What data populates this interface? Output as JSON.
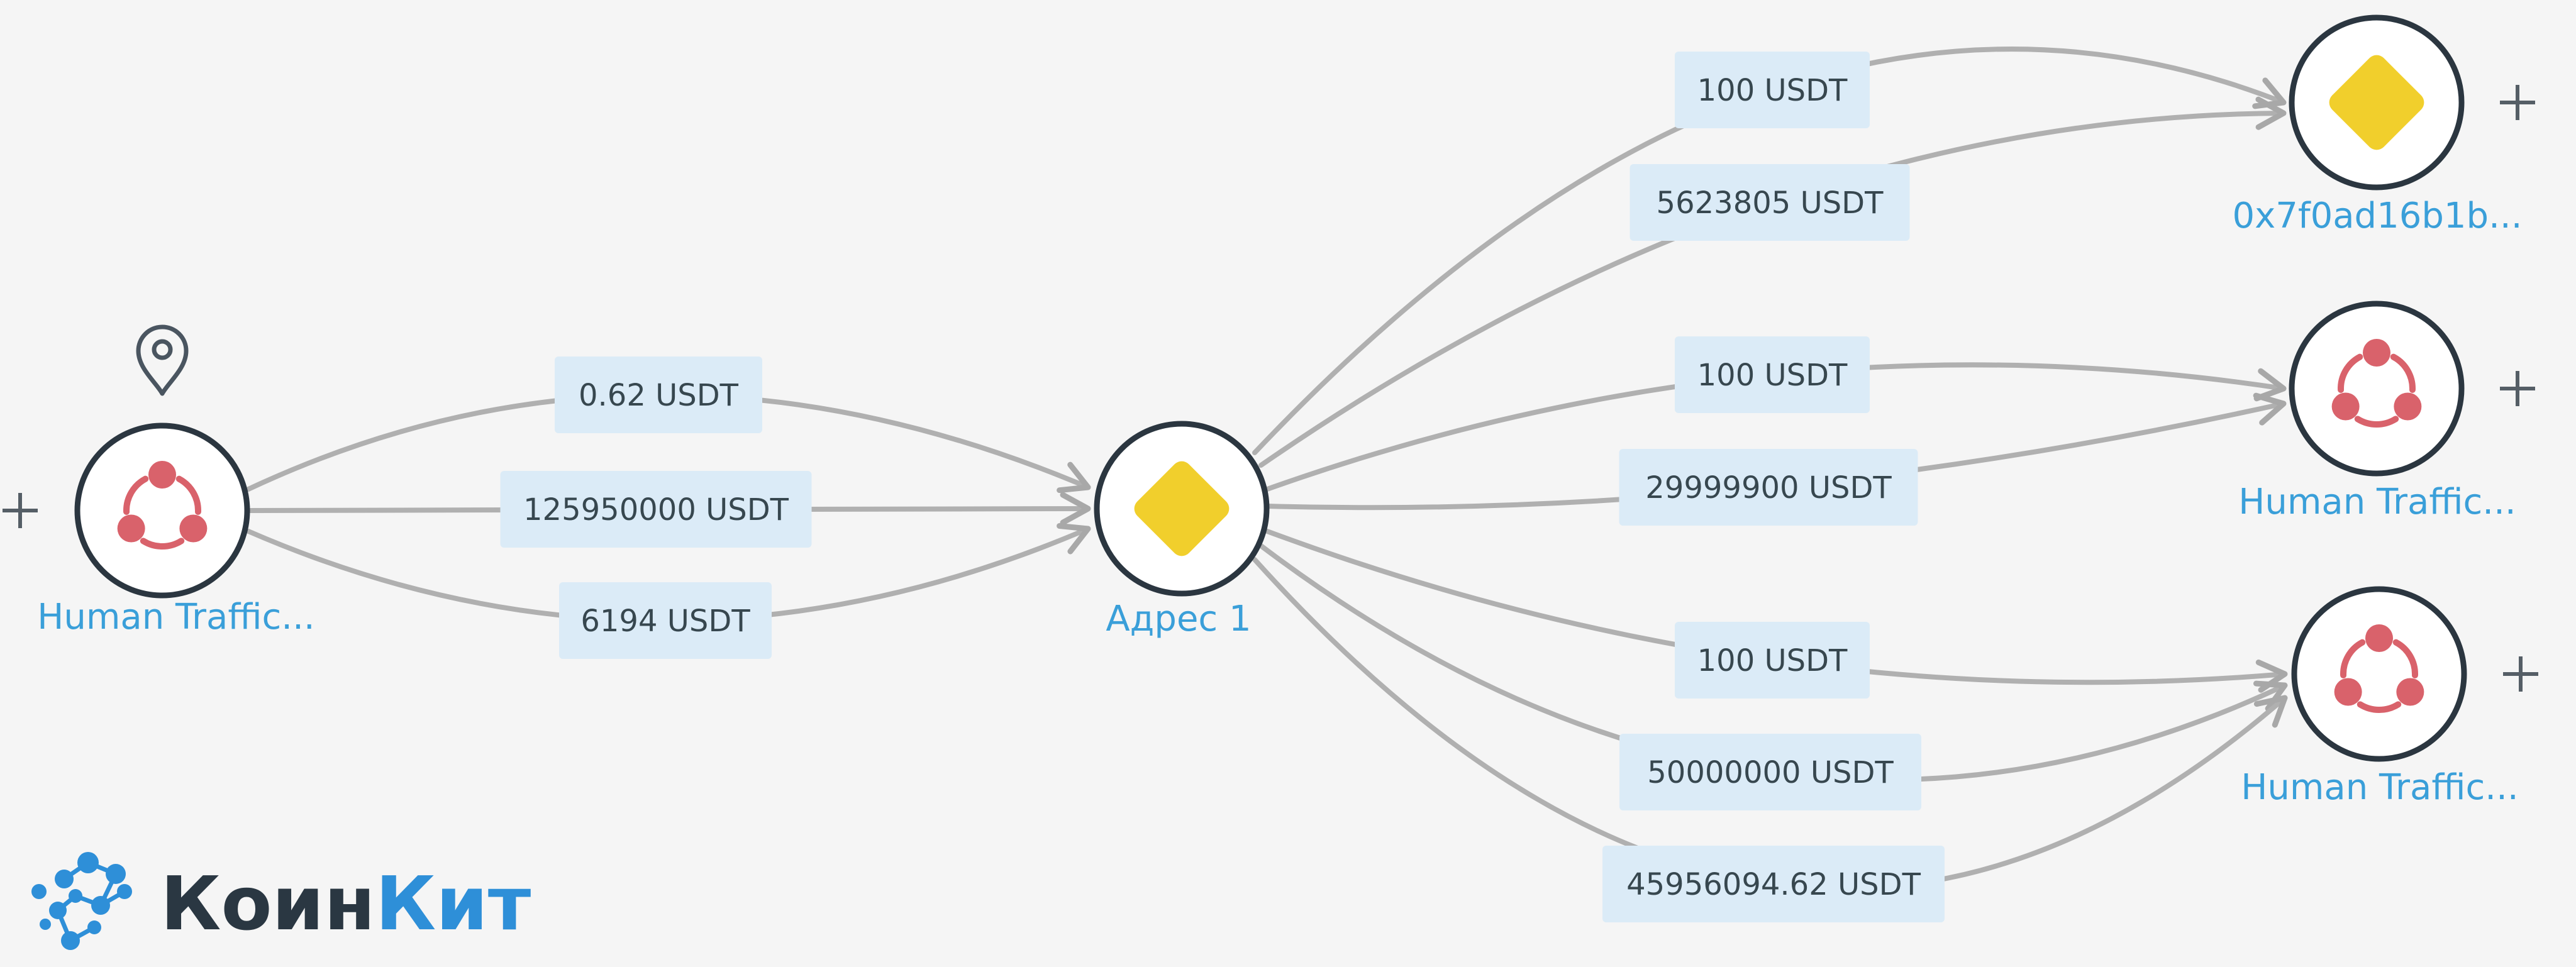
{
  "colors": {
    "accent": "#2e8fd8",
    "node_label": "#3a9fd9",
    "edge_label_bg": "#dbebf7",
    "edge_label_text": "#37474f",
    "node_border": "#2b3640",
    "edge": "#b0b0b0",
    "human_trafficking_icon": "#d9626b",
    "wallet_icon": "#f1cf2c",
    "logo_dark": "#2a3742"
  },
  "nodes": [
    {
      "id": "n0",
      "label": "Human Traffic...",
      "icon": "human-trafficking-icon",
      "has_location_pin": true,
      "expand_icon": "plus-icon"
    },
    {
      "id": "n1",
      "label": "Адрес 1",
      "icon": "wallet-diamond-icon"
    },
    {
      "id": "n2",
      "label": "0x7f0ad16b1b...",
      "icon": "wallet-diamond-icon",
      "expand_icon": "plus-icon"
    },
    {
      "id": "n3",
      "label": "Human Traffic...",
      "icon": "human-trafficking-icon",
      "expand_icon": "plus-icon"
    },
    {
      "id": "n4",
      "label": "Human Traffic...",
      "icon": "human-trafficking-icon",
      "expand_icon": "plus-icon"
    }
  ],
  "edges": [
    {
      "from": "n0",
      "to": "n1",
      "label": "0.62 USDT"
    },
    {
      "from": "n0",
      "to": "n1",
      "label": "125950000 USDT"
    },
    {
      "from": "n0",
      "to": "n1",
      "label": "6194 USDT"
    },
    {
      "from": "n1",
      "to": "n2",
      "label": "100 USDT"
    },
    {
      "from": "n1",
      "to": "n2",
      "label": "5623805 USDT"
    },
    {
      "from": "n1",
      "to": "n3",
      "label": "100 USDT"
    },
    {
      "from": "n1",
      "to": "n3",
      "label": "29999900 USDT"
    },
    {
      "from": "n1",
      "to": "n4",
      "label": "100 USDT"
    },
    {
      "from": "n1",
      "to": "n4",
      "label": "50000000 USDT"
    },
    {
      "from": "n1",
      "to": "n4",
      "label": "45956094.62 USDT"
    }
  ],
  "logo": {
    "icon": "coinkit-logo-icon",
    "part1": "Коин",
    "part2": "Кит"
  }
}
